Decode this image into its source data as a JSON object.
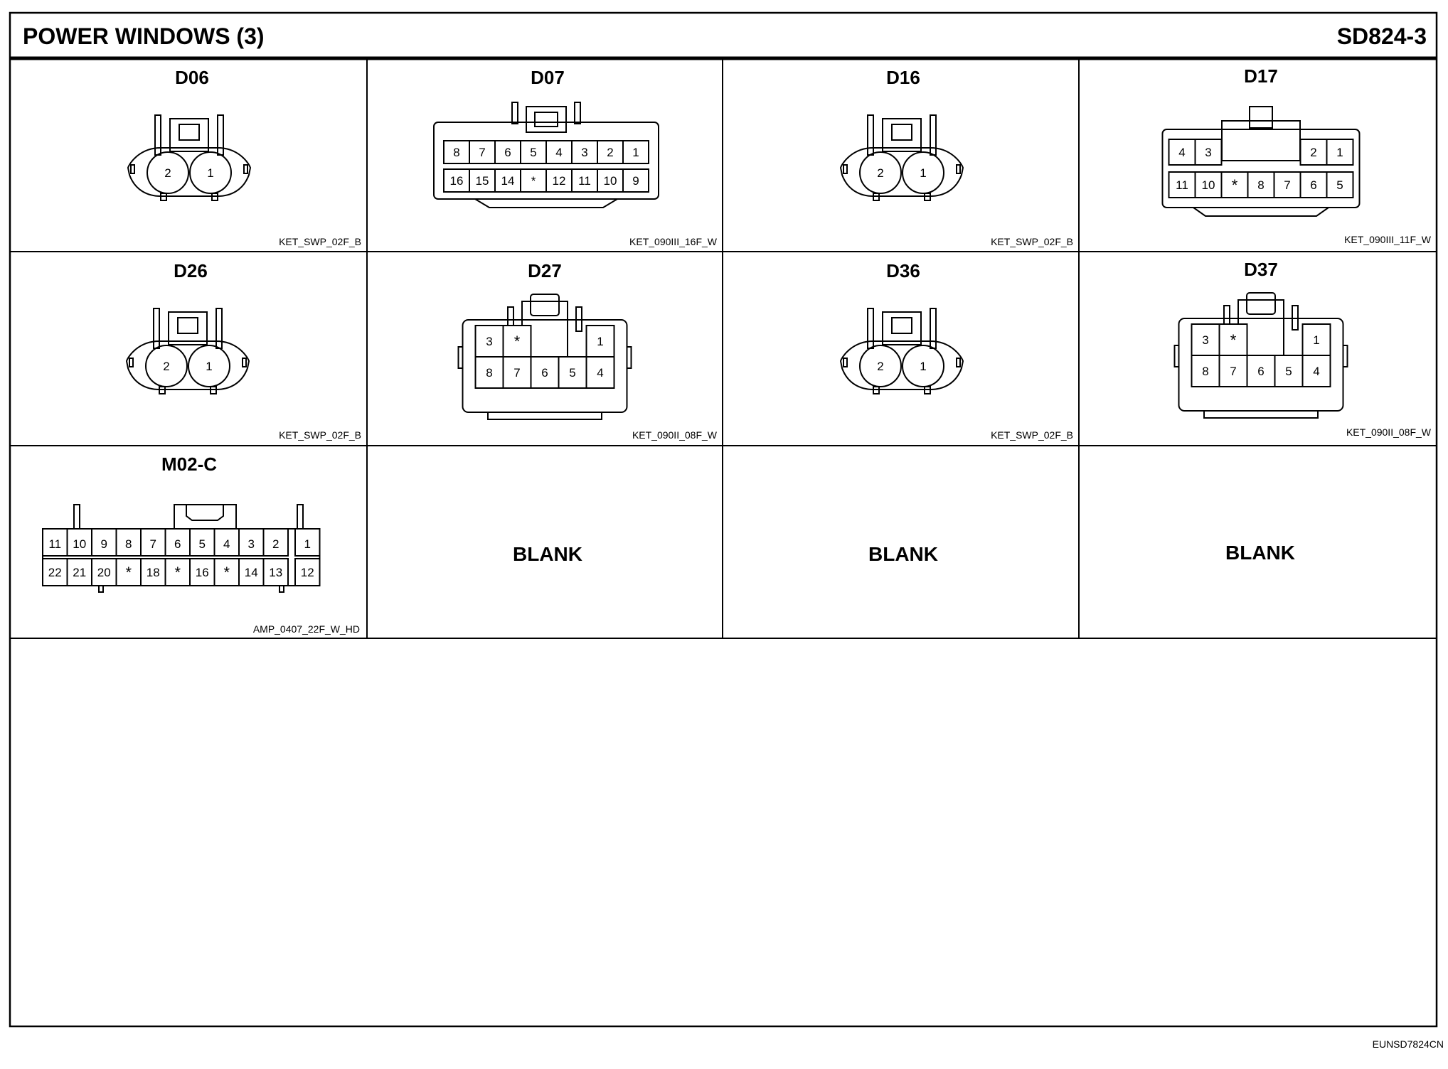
{
  "header": {
    "title": "POWER WINDOWS (3)",
    "sheet_code": "SD824-3"
  },
  "footer": {
    "doc_code": "EUNSD7824CN"
  },
  "connectors": [
    {
      "id": "D06",
      "part": "KET_SWP_02F_B",
      "style": "round2",
      "rows": [
        [
          "2",
          "1"
        ]
      ]
    },
    {
      "id": "D07",
      "part": "KET_090III_16F_W",
      "style": "rect",
      "rows": [
        [
          "8",
          "7",
          "6",
          "5",
          "4",
          "3",
          "2",
          "1"
        ],
        [
          "16",
          "15",
          "14",
          "*",
          "12",
          "11",
          "10",
          "9"
        ]
      ]
    },
    {
      "id": "D16",
      "part": "KET_SWP_02F_B",
      "style": "round2",
      "rows": [
        [
          "2",
          "1"
        ]
      ]
    },
    {
      "id": "D17",
      "part": "KET_090III_11F_W",
      "style": "rect",
      "rows": [
        [
          "4",
          "3",
          "",
          "",
          "2",
          "1"
        ],
        [
          "11",
          "10",
          "*",
          "8",
          "7",
          "6",
          "5"
        ]
      ]
    },
    {
      "id": "D26",
      "part": "KET_SWP_02F_B",
      "style": "round2",
      "rows": [
        [
          "2",
          "1"
        ]
      ]
    },
    {
      "id": "D27",
      "part": "KET_090II_08F_W",
      "style": "rect",
      "rows": [
        [
          "3",
          "*",
          "",
          "",
          "1"
        ],
        [
          "8",
          "7",
          "6",
          "5",
          "4"
        ]
      ]
    },
    {
      "id": "D36",
      "part": "KET_SWP_02F_B",
      "style": "round2",
      "rows": [
        [
          "2",
          "1"
        ]
      ]
    },
    {
      "id": "D37",
      "part": "KET_090II_08F_W",
      "style": "rect",
      "rows": [
        [
          "3",
          "*",
          "",
          "",
          "1"
        ],
        [
          "8",
          "7",
          "6",
          "5",
          "4"
        ]
      ]
    },
    {
      "id": "M02-C",
      "part": "AMP_0407_22F_W_HD",
      "style": "rect",
      "rows": [
        [
          "11",
          "10",
          "9",
          "8",
          "7",
          "6",
          "5",
          "4",
          "3",
          "2",
          "1"
        ],
        [
          "22",
          "21",
          "20",
          "*",
          "18",
          "*",
          "16",
          "*",
          "14",
          "13",
          "12"
        ]
      ]
    }
  ],
  "blank_cells": [
    "BLANK",
    "BLANK",
    "BLANK"
  ],
  "colors": {
    "line": "#000000",
    "background": "#ffffff"
  }
}
